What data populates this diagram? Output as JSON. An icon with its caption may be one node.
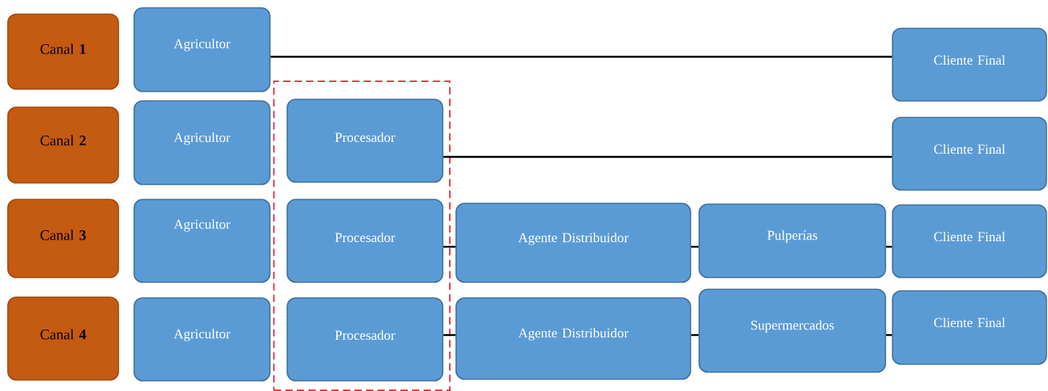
{
  "diagram": {
    "nodes": [
      {
        "text": [
          "Canal **1**"
        ]
      },
      {
        "text": [
          "Agricultor"
        ]
      },
      {
        "text": [
          "Cliente Final"
        ]
      },
      {
        "text": [
          "Canal **2**"
        ]
      },
      {
        "text": [
          "Agricultor"
        ]
      },
      {
        "text": [],
        "shape": "box"
      },
      {
        "text": [
          "Procesador"
        ],
        "in": 5
      },
      {
        "text": [
          "Cliente Final"
        ]
      },
      {
        "text": [
          "Canal **3**"
        ]
      },
      {
        "text": [
          "Agricultor"
        ]
      },
      {
        "text": [
          "Procesador"
        ],
        "in": 5
      },
      {
        "text": [
          "Agente Distribuidor"
        ]
      },
      {
        "text": [
          "Pulperías"
        ]
      },
      {
        "text": [
          "Cliente Final"
        ]
      },
      {
        "text": [
          "Canal **4**"
        ]
      },
      {
        "text": [
          "Agricultor"
        ]
      },
      {
        "text": [
          "Procesador"
        ],
        "in": 5
      },
      {
        "text": [
          "Agente Distribuidor"
        ]
      },
      {
        "text": [
          "Supermercados"
        ]
      },
      {
        "text": [
          "Cliente Final"
        ]
      }
    ],
    "edges": [
      {
        "from": 1,
        "to": 2,
        "arrow": "none"
      },
      {
        "from": 6,
        "to": 7,
        "arrow": "none"
      },
      {
        "from": 10,
        "to": 11,
        "arrow": "none"
      },
      {
        "from": 11,
        "to": 12,
        "arrow": "none"
      },
      {
        "from": 12,
        "to": 13,
        "arrow": "none"
      },
      {
        "from": 16,
        "to": 17,
        "arrow": "none"
      },
      {
        "from": 17,
        "to": 18,
        "arrow": "none"
      },
      {
        "from": 18,
        "to": 19,
        "arrow": "none"
      }
    ]
  }
}
